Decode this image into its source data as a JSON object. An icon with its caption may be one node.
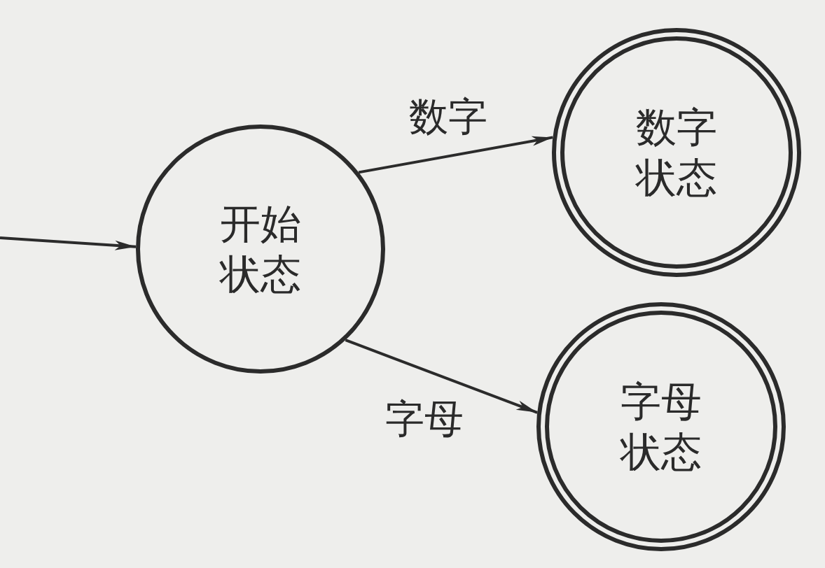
{
  "diagram": {
    "nodes": [
      {
        "text": [
          "开始状态"
        ]
      },
      {
        "text": [
          "数字状态"
        ]
      },
      {
        "text": [
          "字母状态"
        ]
      }
    ],
    "edges": [
      {
        "from": null,
        "to": 0,
        "arrow": "to"
      },
      {
        "from": 0,
        "to": 1,
        "arrow": "to",
        "label": "数字"
      },
      {
        "from": 0,
        "to": 2,
        "arrow": "to",
        "label": "字母"
      }
    ]
  }
}
